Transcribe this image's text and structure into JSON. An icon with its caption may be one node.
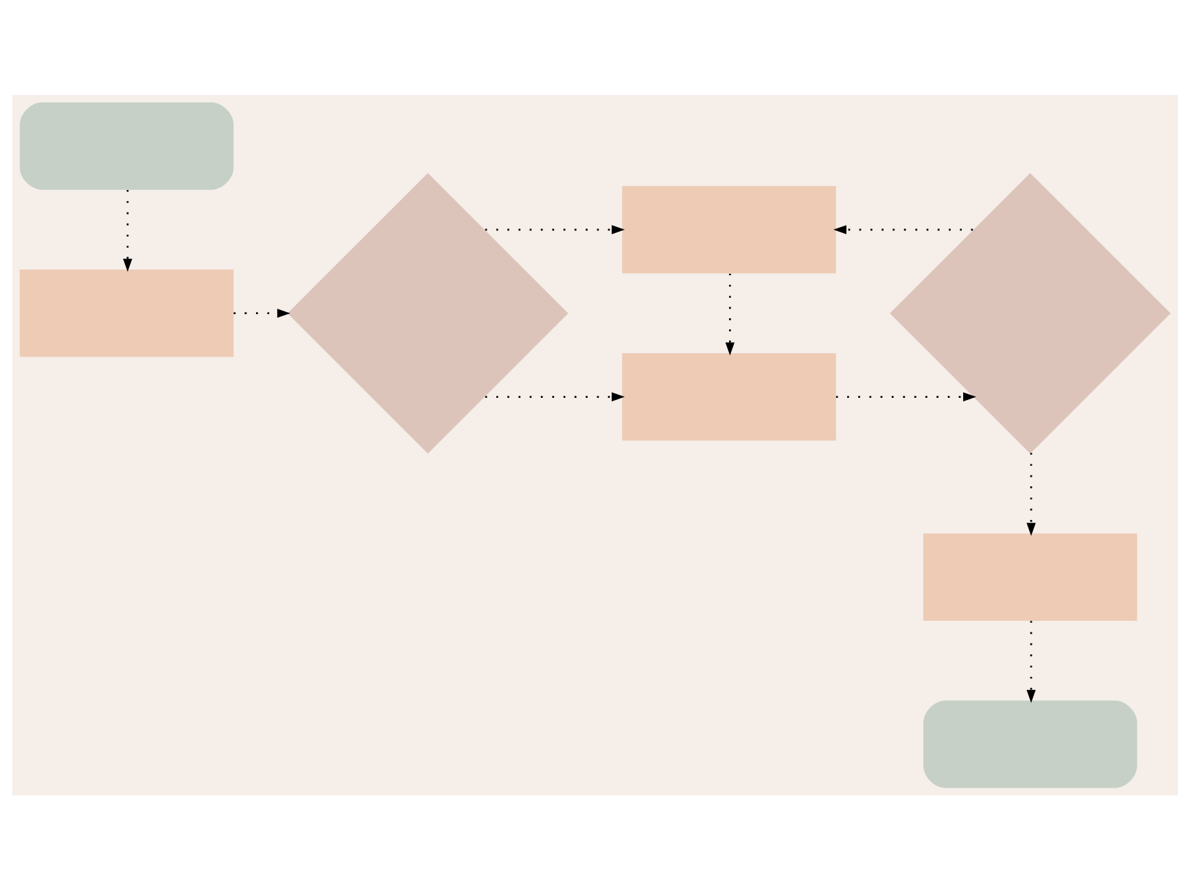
{
  "diagram": {
    "nodes": [
      {
        "text": [],
        "shape": "pill"
      },
      {
        "text": [],
        "shape": "box"
      },
      {
        "text": [],
        "shape": "diamond"
      },
      {
        "text": [],
        "shape": "box"
      },
      {
        "text": [],
        "shape": "box"
      },
      {
        "text": [],
        "shape": "diamond"
      },
      {
        "text": [],
        "shape": "box"
      },
      {
        "text": [],
        "shape": "pill"
      }
    ],
    "edges": [
      {
        "from": 0,
        "to": 1,
        "arrow": "to"
      },
      {
        "from": 1,
        "to": 2,
        "arrow": "to"
      },
      {
        "from": 2,
        "to": 3,
        "arrow": "to"
      },
      {
        "from": 2,
        "to": 4,
        "arrow": "to"
      },
      {
        "from": 3,
        "to": 4,
        "arrow": "to"
      },
      {
        "from": 4,
        "to": 5,
        "arrow": "to"
      },
      {
        "from": 5,
        "to": 3,
        "arrow": "to"
      },
      {
        "from": 5,
        "to": 6,
        "arrow": "to"
      },
      {
        "from": 6,
        "to": 7,
        "arrow": "to"
      }
    ]
  }
}
